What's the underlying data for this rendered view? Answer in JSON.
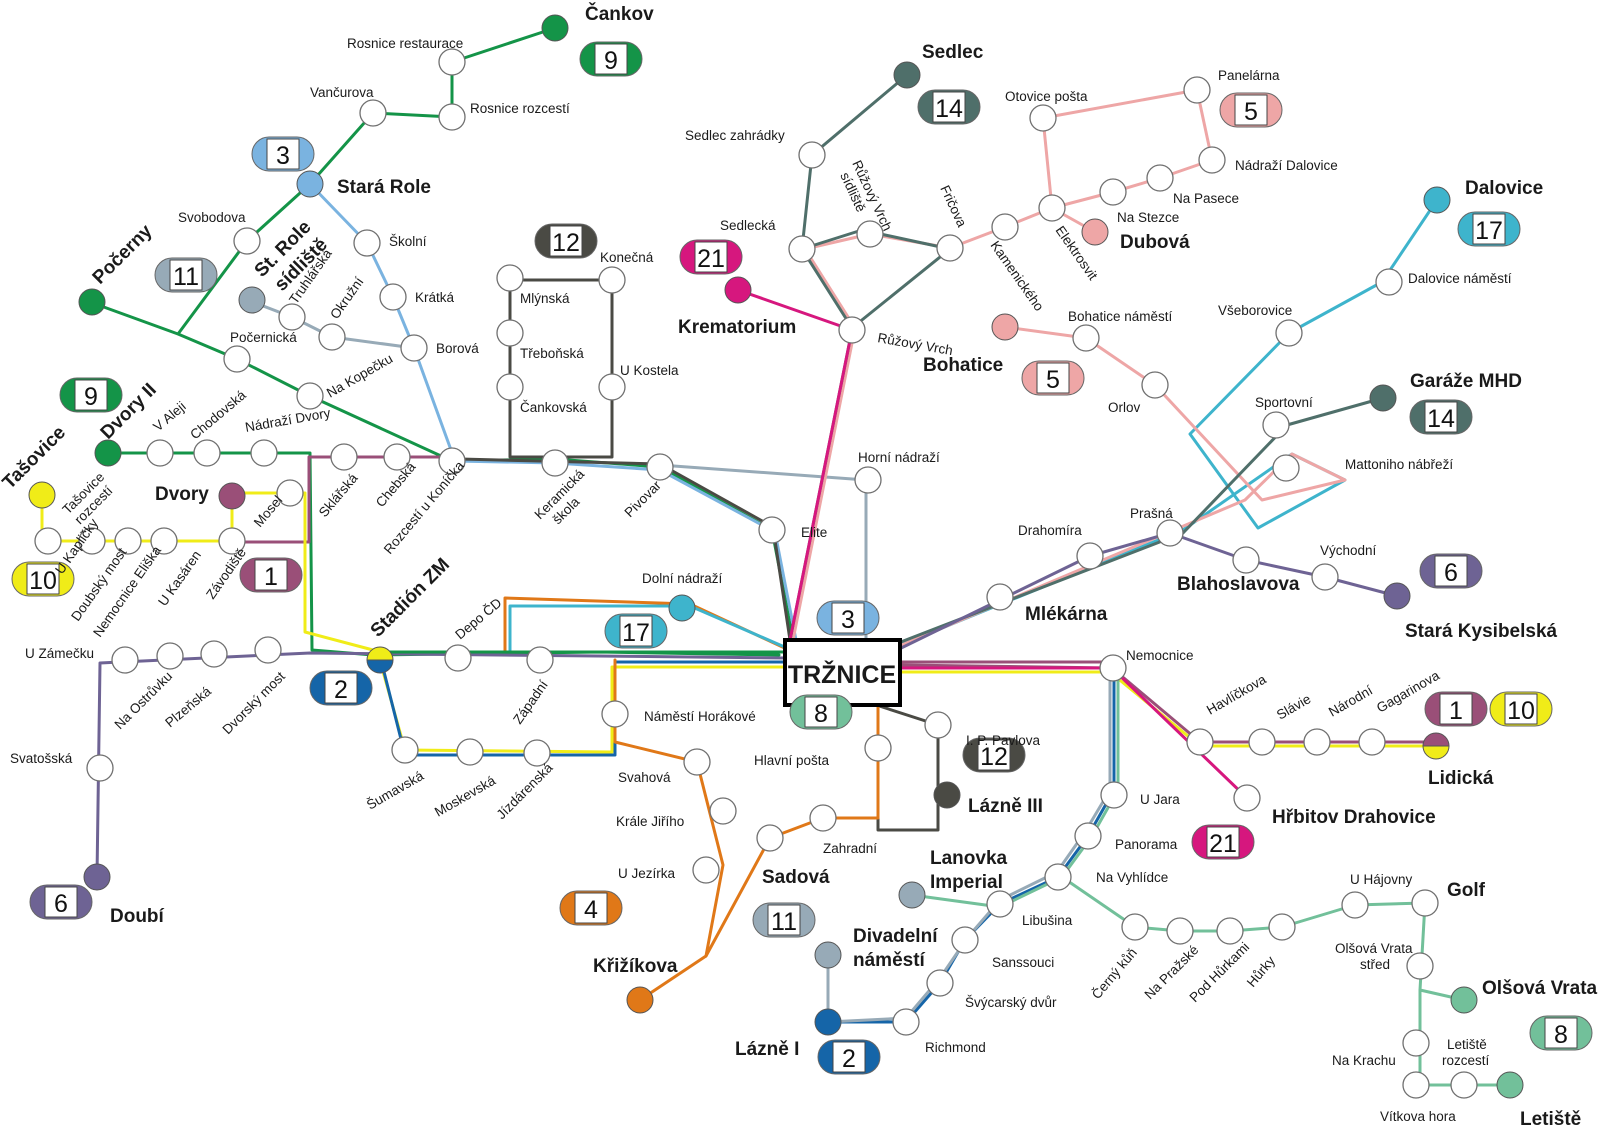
{
  "title": "TRŽNICE",
  "line_colors": {
    "1": "#9a4f78",
    "2": "#1565a8",
    "3": "#7ab3e0",
    "4": "#e07818",
    "5": "#eea6a6",
    "6": "#6e6394",
    "8": "#72c09a",
    "9": "#149448",
    "10": "#f0ec18",
    "11": "#97aab7",
    "12": "#4a4a44",
    "14": "#4f6f6a",
    "17": "#3eb4cc",
    "21": "#d6177e"
  },
  "terminals": {
    "cankov": "Čankov",
    "sedlec": "Sedlec",
    "dalovice": "Dalovice",
    "stara_role": "Stará Role",
    "st_role_1": "St. Role",
    "st_role_2": "sídliště",
    "pocerny": "Počerny",
    "tasovice": "Tašovice",
    "dvory_ii": "Dvory II",
    "dvory": "Dvory",
    "stadion": "Stadión ZM",
    "krematorium": "Krematorium",
    "bohatice": "Bohatice",
    "dubova": "Dubová",
    "garaze": "Garáže MHD",
    "stara_kysibelska": "Stará Kysibelská",
    "lidicka": "Lidická",
    "hrbitov": "Hřbitov Drahovice",
    "lazne_iii": "Lázně III",
    "lanovka_1": "Lanovka",
    "lanovka_2": "Imperial",
    "divadelni_1": "Divadelní",
    "divadelni_2": "náměstí",
    "lazne_i": "Lázně I",
    "krizikova": "Křižíkova",
    "doubi": "Doubí",
    "olsova_vrata": "Olšová Vrata",
    "letiste": "Letiště",
    "golf": "Golf"
  },
  "stops": {
    "rosnice_restaurace": "Rosnice restaurace",
    "rosnice_rozcesti": "Rosnice rozcestí",
    "vancurova": "Vančurova",
    "svobodova": "Svobodova",
    "truhlarska": "Truhlářská",
    "okruzni": "Okružní",
    "skolni": "Školní",
    "kratka": "Krátká",
    "borova": "Borová",
    "pocernicka": "Počernická",
    "na_kopecku": "Na Kopečku",
    "v_aleji": "V Aleji",
    "chodovska": "Chodovská",
    "nadrazi_dvory": "Nádraží Dvory",
    "sklarska": "Sklářská",
    "chebska": "Chebská",
    "rozcesti_u_konicka": "Rozcestí u Koníčka",
    "mosel": "Mosel",
    "tasovice_rozcesti_1": "Tašovice",
    "tasovice_rozcesti_2": "rozcestí",
    "u_kaplicky": "U Kapličky",
    "doubsky_most": "Doubský most",
    "nemocnice_eliska": "Nemocnice Eliška",
    "u_kasaren": "U Kasáren",
    "zavodiste": "Závodiště",
    "mlynska": "Mlýnská",
    "trebonska": "Třeboňská",
    "cankovska": "Čankovská",
    "konecna": "Konečná",
    "u_kostela": "U Kostela",
    "keramicka_skola_1": "Keramická",
    "keramicka_skola_2": "škola",
    "pivovar": "Pivovar",
    "sedlec_zahradky": "Sedlec zahrádky",
    "sedlecka": "Sedlecká",
    "ruzovy_vrch_sidliste_1": "Růžový Vrch",
    "ruzovy_vrch_sidliste_2": "sídliště",
    "fricova": "Fričova",
    "kamenickeho": "Kamenického",
    "elektrosvit": "Elektrosvit",
    "ruzovy_vrch": "Růžový Vrch",
    "otovice_posta": "Otovice pošta",
    "panelarna": "Panelárna",
    "nadrazi_dalovice": "Nádraží Dalovice",
    "na_pasece": "Na Pasece",
    "na_stezce": "Na Stezce",
    "bohatice_namesti": "Bohatice náměstí",
    "orlov": "Orlov",
    "dalovice_namesti": "Dalovice náměstí",
    "vseborovice": "Všeborovice",
    "sportovni": "Sportovní",
    "mattoniho_nabrezi": "Mattoniho nábřeží",
    "horni_nadrazi": "Horní nádraží",
    "elite": "Elite",
    "drahomira": "Drahomíra",
    "prasna": "Prašná",
    "mlekarna": "Mlékárna",
    "blahoslavova": "Blahoslavova",
    "vychodni": "Východní",
    "nemocnice": "Nemocnice",
    "havlickova": "Havlíčkova",
    "slavie": "Slávie",
    "narodni": "Národní",
    "gagarinova": "Gagarinova",
    "dolni_nadrazi": "Dolní nádraží",
    "depo_cd": "Depo ČD",
    "zapadni": "Západní",
    "namesti_horakove": "Náměstí Horákové",
    "hlavni_posta": "Hlavní pošta",
    "i_p_pavlova": "I. P. Pavlova",
    "u_zamecku": "U Zámečku",
    "na_ostruvku": "Na Ostrůvku",
    "plzenska": "Plzeňská",
    "dvorsky_most": "Dvorský most",
    "svatosska": "Svatošská",
    "sumavska": "Šumavská",
    "moskevska": "Moskevská",
    "jizdarenska": "Jízdárenská",
    "svahova": "Svahová",
    "krale_jiriho": "Krále Jiřího",
    "u_jezirka": "U Jezírka",
    "zahradni": "Zahradní",
    "sadova": "Sadová",
    "u_jara": "U Jara",
    "panorama": "Panorama",
    "na_vyhlidce": "Na Vyhlídce",
    "libusina": "Libušina",
    "sanssouci": "Sanssouci",
    "svycarsky_dvur": "Švýcarský dvůr",
    "richmond": "Richmond",
    "cerny_kun": "Černý kůň",
    "na_prazske": "Na Pražské",
    "pod_hurkami": "Pod Hůrkami",
    "hurky": "Hůrky",
    "u_hajovny": "U Hájovny",
    "olsova_vrata_stred_1": "Olšová Vrata",
    "olsova_vrata_stred_2": "střed",
    "na_krachu": "Na Krachu",
    "letiste_rozcesti_1": "Letiště",
    "letiste_rozcesti_2": "rozcestí",
    "vitkova_hora": "Vítkova hora"
  },
  "badges": {
    "b9a": "9",
    "b3a": "3",
    "b11a": "11",
    "b9b": "9",
    "b10a": "10",
    "b1a": "1",
    "b2a": "2",
    "b12a": "12",
    "b21a": "21",
    "b14a": "14",
    "b5a": "5",
    "b17a": "17",
    "b5b": "5",
    "b14b": "14",
    "b6a": "6",
    "b3b": "3",
    "b17b": "17",
    "b8a": "8",
    "b1b": "1",
    "b10b": "10",
    "b12b": "12",
    "b21b": "21",
    "b4a": "4",
    "b11b": "11",
    "b2b": "2",
    "b6b": "6",
    "b8b": "8"
  }
}
